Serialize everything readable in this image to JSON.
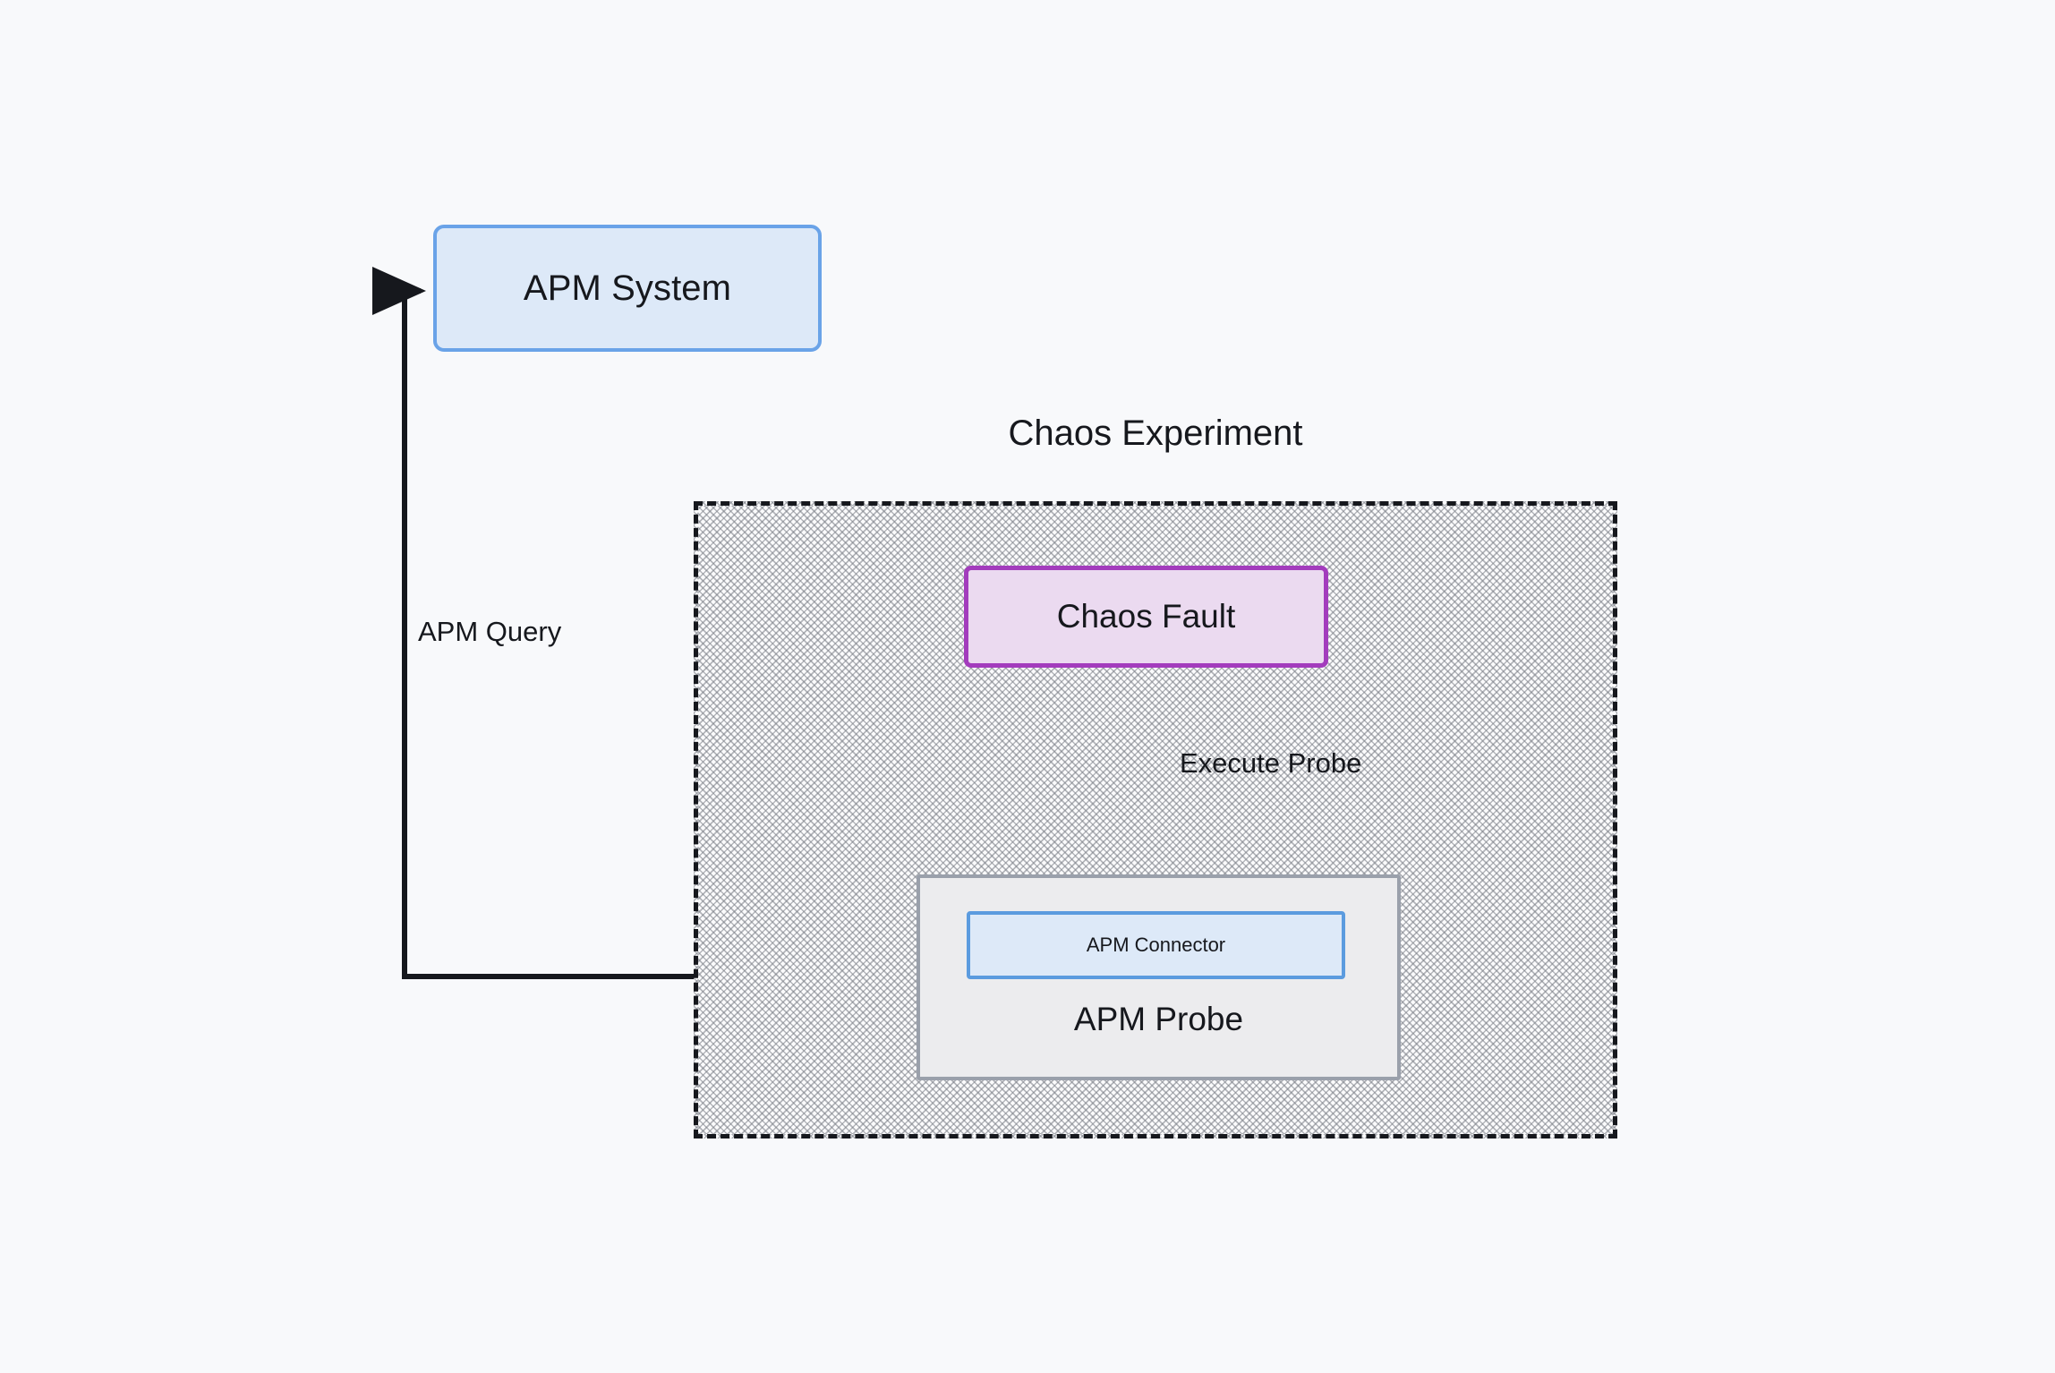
{
  "diagram": {
    "title": "Chaos Experiment",
    "background_color": "#f8f9fb",
    "nodes": {
      "apm_system": {
        "label": "APM System",
        "fill": "#dde9f8",
        "stroke": "#6aa3e8"
      },
      "chaos_fault": {
        "label": "Chaos Fault",
        "fill": "#ebdaf0",
        "stroke": "#a33cbd"
      },
      "apm_probe": {
        "label": "APM Probe",
        "fill": "#ececee",
        "stroke": "#9aa0ab"
      },
      "apm_connector": {
        "label": "APM Connector",
        "fill": "#dde9f8",
        "stroke": "#5b9bdf"
      }
    },
    "container": {
      "label": "Chaos Experiment",
      "border_style": "dashed",
      "border_color": "#16181d",
      "fill_pattern": "diagonal-crosshatch"
    },
    "edges": [
      {
        "id": "execute-probe",
        "label": "Execute Probe",
        "from": "chaos_fault",
        "to": "apm_probe",
        "arrow": "down"
      },
      {
        "id": "apm-query",
        "label": "APM Query",
        "from": "apm_probe",
        "to": "apm_system",
        "arrow": "right"
      }
    ]
  }
}
